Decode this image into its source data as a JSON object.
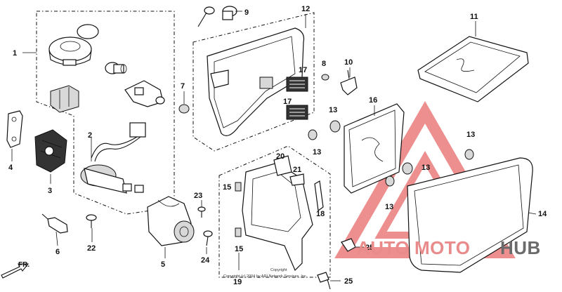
{
  "labels": {
    "l1": "1",
    "l2": "2",
    "l3": "3",
    "l4": "4",
    "l5": "5",
    "l6": "6",
    "l7": "7",
    "l8": "8",
    "l9": "9",
    "l10": "10",
    "l11": "11",
    "l12": "12",
    "l13a": "13",
    "l13b": "13",
    "l13c": "13",
    "l13d": "13",
    "l13e": "13",
    "l14": "14",
    "l15a": "15",
    "l15b": "15",
    "l16": "16",
    "l17a": "17",
    "l17b": "17",
    "l18": "18",
    "l19": "19",
    "l20": "20",
    "l21": "21",
    "l22": "22",
    "l23": "23",
    "l24": "24",
    "l25a": "25",
    "l25b": "25"
  },
  "direction": "FR.",
  "copyright": {
    "line1": "Copyright",
    "line2": "Copyright (c) 2004 by ARI Network Services, Inc."
  },
  "watermark": {
    "auto": "AUTO",
    "moto": "MOTO",
    "hub": "HUB",
    "colors": {
      "triangle": "#e86a6a",
      "text_red": "#e98b8b",
      "text_gray": "#6b6b6b"
    }
  }
}
